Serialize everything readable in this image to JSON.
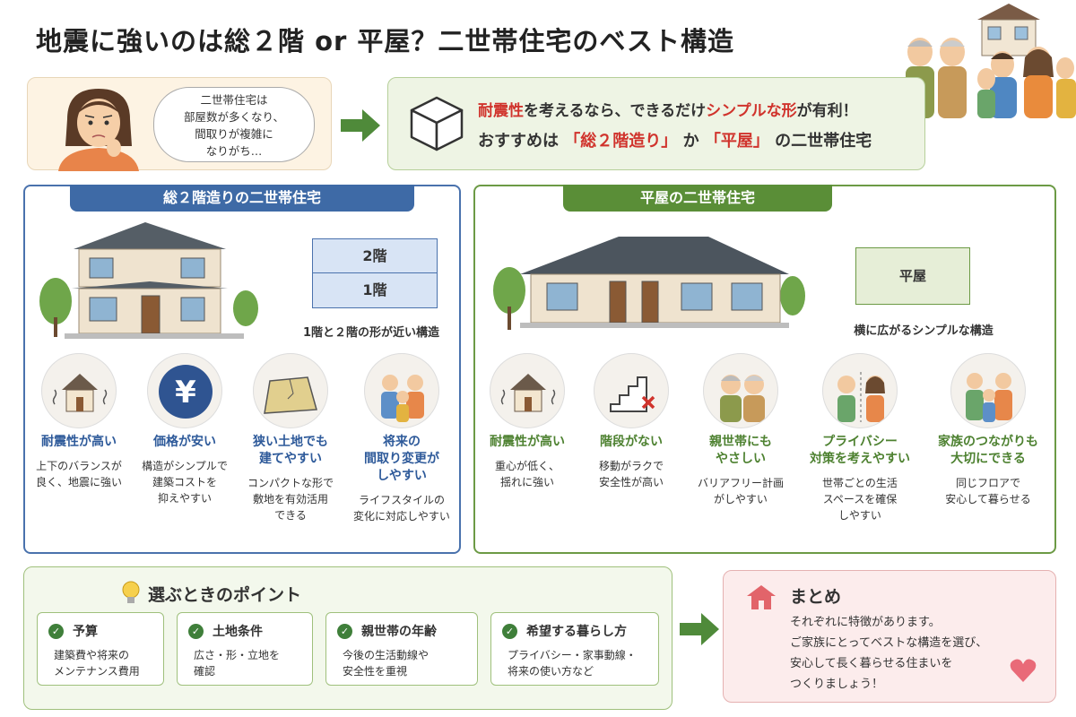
{
  "title": "地震に強いのは総２階 or 平屋？二世帯住宅のベスト構造",
  "worry": {
    "lines": [
      "二世帯住宅は",
      "部屋数が多くなり、",
      "間取りが複雑に",
      "なりがち…"
    ]
  },
  "recommend": {
    "line1_a": "耐震性",
    "line1_b": "を考えるなら、できるだけ",
    "line1_c": "シンプルな形",
    "line1_d": "が有利！",
    "line2_a": "おすすめは",
    "line2_b": "「総２階造り」",
    "line2_c": "か",
    "line2_d": "「平屋」",
    "line2_e": "の二世帯住宅"
  },
  "two_story": {
    "heading": "総２階造りの二世帯住宅",
    "floor2": "2階",
    "floor1": "1階",
    "caption": "1階と２階の形が近い構造",
    "features": [
      {
        "icon": "house-shake-icon",
        "title": [
          "耐震性が高い"
        ],
        "desc": [
          "上下のバランスが",
          "良く、地震に強い"
        ]
      },
      {
        "icon": "yen-coin-icon",
        "title": [
          "価格が安い"
        ],
        "desc": [
          "構造がシンプルで",
          "建築コストを",
          "抑えやすい"
        ]
      },
      {
        "icon": "narrow-land-icon",
        "title": [
          "狭い土地でも",
          "建てやすい"
        ],
        "desc": [
          "コンパクトな形で",
          "敷地を有効活用",
          "できる"
        ]
      },
      {
        "icon": "family-icon",
        "title": [
          "将来の",
          "間取り変更が",
          "しやすい"
        ],
        "desc": [
          "ライフスタイルの",
          "変化に対応しやすい"
        ]
      }
    ]
  },
  "flat": {
    "heading": "平屋の二世帯住宅",
    "box": "平屋",
    "caption": "横に広がるシンプルな構造",
    "features": [
      {
        "icon": "house-shake-icon",
        "title": [
          "耐震性が高い"
        ],
        "desc": [
          "重心が低く、",
          "揺れに強い"
        ]
      },
      {
        "icon": "no-stairs-icon",
        "title": [
          "階段がない"
        ],
        "desc": [
          "移動がラクで",
          "安全性が高い"
        ]
      },
      {
        "icon": "elderly-couple-icon",
        "title": [
          "親世帯にも",
          "やさしい"
        ],
        "desc": [
          "バリアフリー計画",
          "がしやすい"
        ]
      },
      {
        "icon": "privacy-couple-icon",
        "title": [
          "プライバシー",
          "対策を考えやすい"
        ],
        "desc": [
          "世帯ごとの生活",
          "スペースを確保",
          "しやすい"
        ]
      },
      {
        "icon": "family-icon",
        "title": [
          "家族のつながりも",
          "大切にできる"
        ],
        "desc": [
          "同じフロアで",
          "安心して暮らせる"
        ]
      }
    ]
  },
  "points": {
    "title": "選ぶときのポイント",
    "cards": [
      {
        "title": "予算",
        "desc": [
          "建築費や将来の",
          "メンテナンス費用"
        ]
      },
      {
        "title": "土地条件",
        "desc": [
          "広さ・形・立地を",
          "確認"
        ]
      },
      {
        "title": "親世帯の年齢",
        "desc": [
          "今後の生活動線や",
          "安全性を重視"
        ]
      },
      {
        "title": "希望する暮らし方",
        "desc": [
          "プライバシー・家事動線・",
          "将来の使い方など"
        ]
      }
    ]
  },
  "summary": {
    "title": "まとめ",
    "lines": [
      "それぞれに特徴があります。",
      "ご家族にとってベストな構造を選び、",
      "安心して長く暮らせる住まいを",
      "つくりましょう！"
    ]
  },
  "colors": {
    "blue": "#3e6aa6",
    "green": "#5a8e37",
    "red": "#d0332c"
  }
}
